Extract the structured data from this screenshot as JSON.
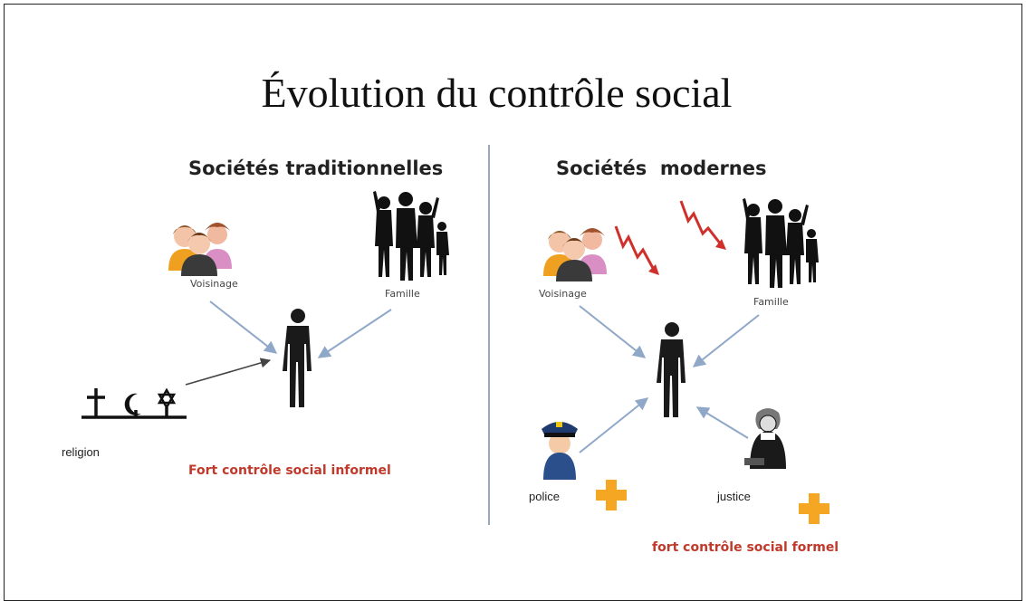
{
  "title": "Évolution du contrôle social",
  "left": {
    "heading": "Sociétés traditionnelles",
    "voisinage": "Voisinage",
    "famille": "Famille",
    "religion": "religion",
    "caption": "Fort contrôle social informel"
  },
  "right": {
    "heading_part1": "Sociétés",
    "heading_part2": "modernes",
    "voisinage": "Voisinage",
    "famille": "Famille",
    "police": "police",
    "justice": "justice",
    "caption": "fort contrôle social formel"
  },
  "colors": {
    "accent_red": "#c0392b",
    "arrow_blue": "#8fa8c8",
    "plus_orange": "#f5a623",
    "divider": "#9aa8bc"
  },
  "icons": [
    "neighbors-icon",
    "family-silhouette-icon",
    "person-silhouette-icon",
    "religion-symbols-icon",
    "decline-arrow-icon",
    "police-officer-icon",
    "judge-icon",
    "plus-icon"
  ]
}
